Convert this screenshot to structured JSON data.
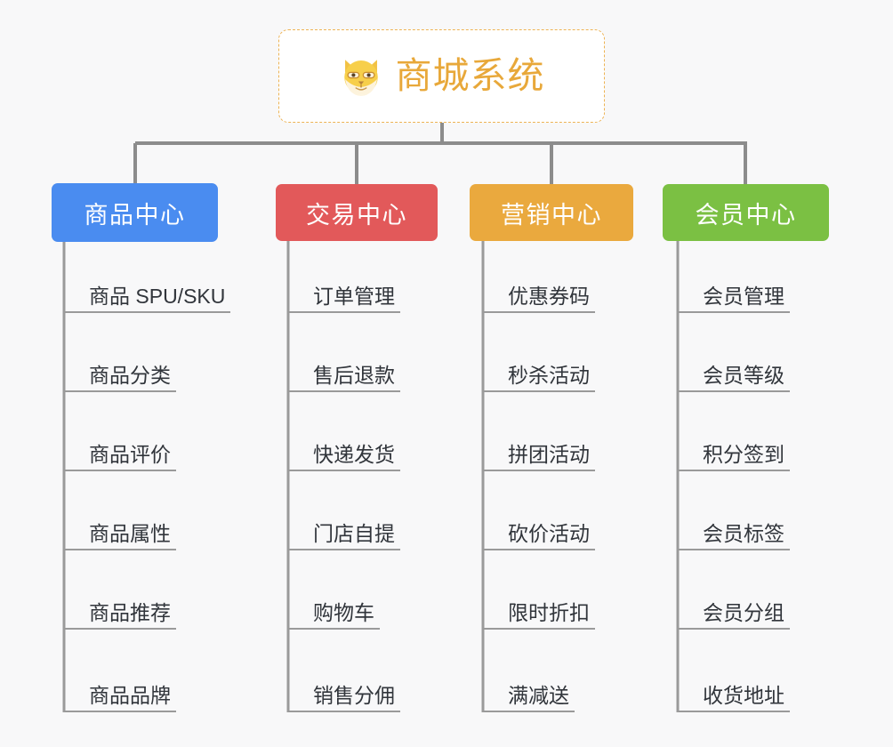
{
  "canvas": {
    "background": "#f8f8f9",
    "connector_color": "#8c8c8c"
  },
  "root": {
    "title": "商城系统",
    "icon": "dog-face-icon",
    "text_color": "#e8a83a",
    "border_color": "#edb354",
    "background": "#ffffff"
  },
  "categories": [
    {
      "label": "商品中心",
      "color": "#4a8cf0",
      "items": [
        {
          "label": "商品 SPU/SKU"
        },
        {
          "label": "商品分类"
        },
        {
          "label": "商品评价"
        },
        {
          "label": "商品属性"
        },
        {
          "label": "商品推荐"
        },
        {
          "label": "商品品牌"
        }
      ]
    },
    {
      "label": "交易中心",
      "color": "#e2595a",
      "items": [
        {
          "label": "订单管理"
        },
        {
          "label": "售后退款"
        },
        {
          "label": "快递发货"
        },
        {
          "label": "门店自提"
        },
        {
          "label": "购物车"
        },
        {
          "label": "销售分佣"
        }
      ]
    },
    {
      "label": "营销中心",
      "color": "#eaa93e",
      "items": [
        {
          "label": "优惠券码"
        },
        {
          "label": "秒杀活动"
        },
        {
          "label": "拼团活动"
        },
        {
          "label": "砍价活动"
        },
        {
          "label": "限时折扣"
        },
        {
          "label": "满减送"
        }
      ]
    },
    {
      "label": "会员中心",
      "color": "#7bc043",
      "items": [
        {
          "label": "会员管理"
        },
        {
          "label": "会员等级"
        },
        {
          "label": "积分签到"
        },
        {
          "label": "会员标签"
        },
        {
          "label": "会员分组"
        },
        {
          "label": "收货地址"
        }
      ]
    }
  ]
}
